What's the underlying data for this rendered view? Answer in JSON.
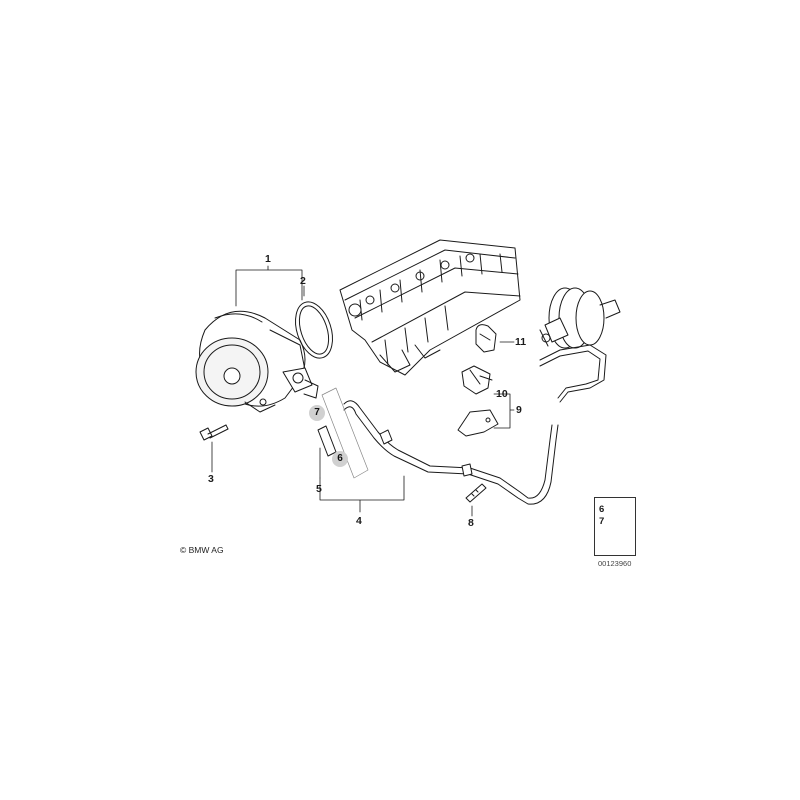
{
  "callouts": {
    "c1": "1",
    "c2": "2",
    "c3": "3",
    "c4": "4",
    "c5": "5",
    "c6": "6",
    "c7": "7",
    "c8": "8",
    "c9": "9",
    "c10": "10",
    "c11": "11"
  },
  "detail_circles": {
    "d7": "7",
    "d6": "6"
  },
  "legend": {
    "n6": "6",
    "n7": "7"
  },
  "copyright": "© BMW AG",
  "diagram_number": "00123960",
  "colors": {
    "line": "#1a1a1a",
    "fill": "#ffffff",
    "shade": "#d9d9d9",
    "circle_fill": "#d0d0d0"
  }
}
